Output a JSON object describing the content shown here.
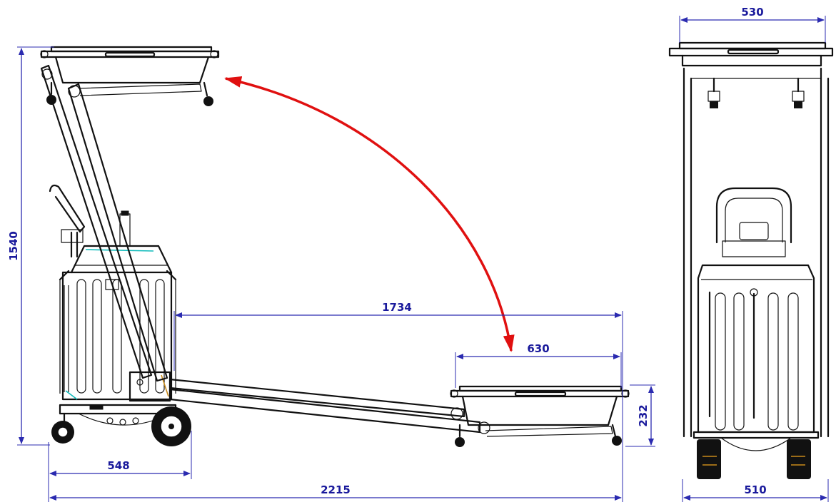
{
  "colors": {
    "dimension": "#1a1a9c",
    "outline": "#111111",
    "arrow": "#e01010",
    "background": "#ffffff"
  },
  "dimensions": {
    "total_height": "1540",
    "top_width": "530",
    "reach": "1734",
    "pan_width": "630",
    "pan_height": "232",
    "base_depth": "548",
    "total_length": "2215",
    "base_width": "510"
  }
}
